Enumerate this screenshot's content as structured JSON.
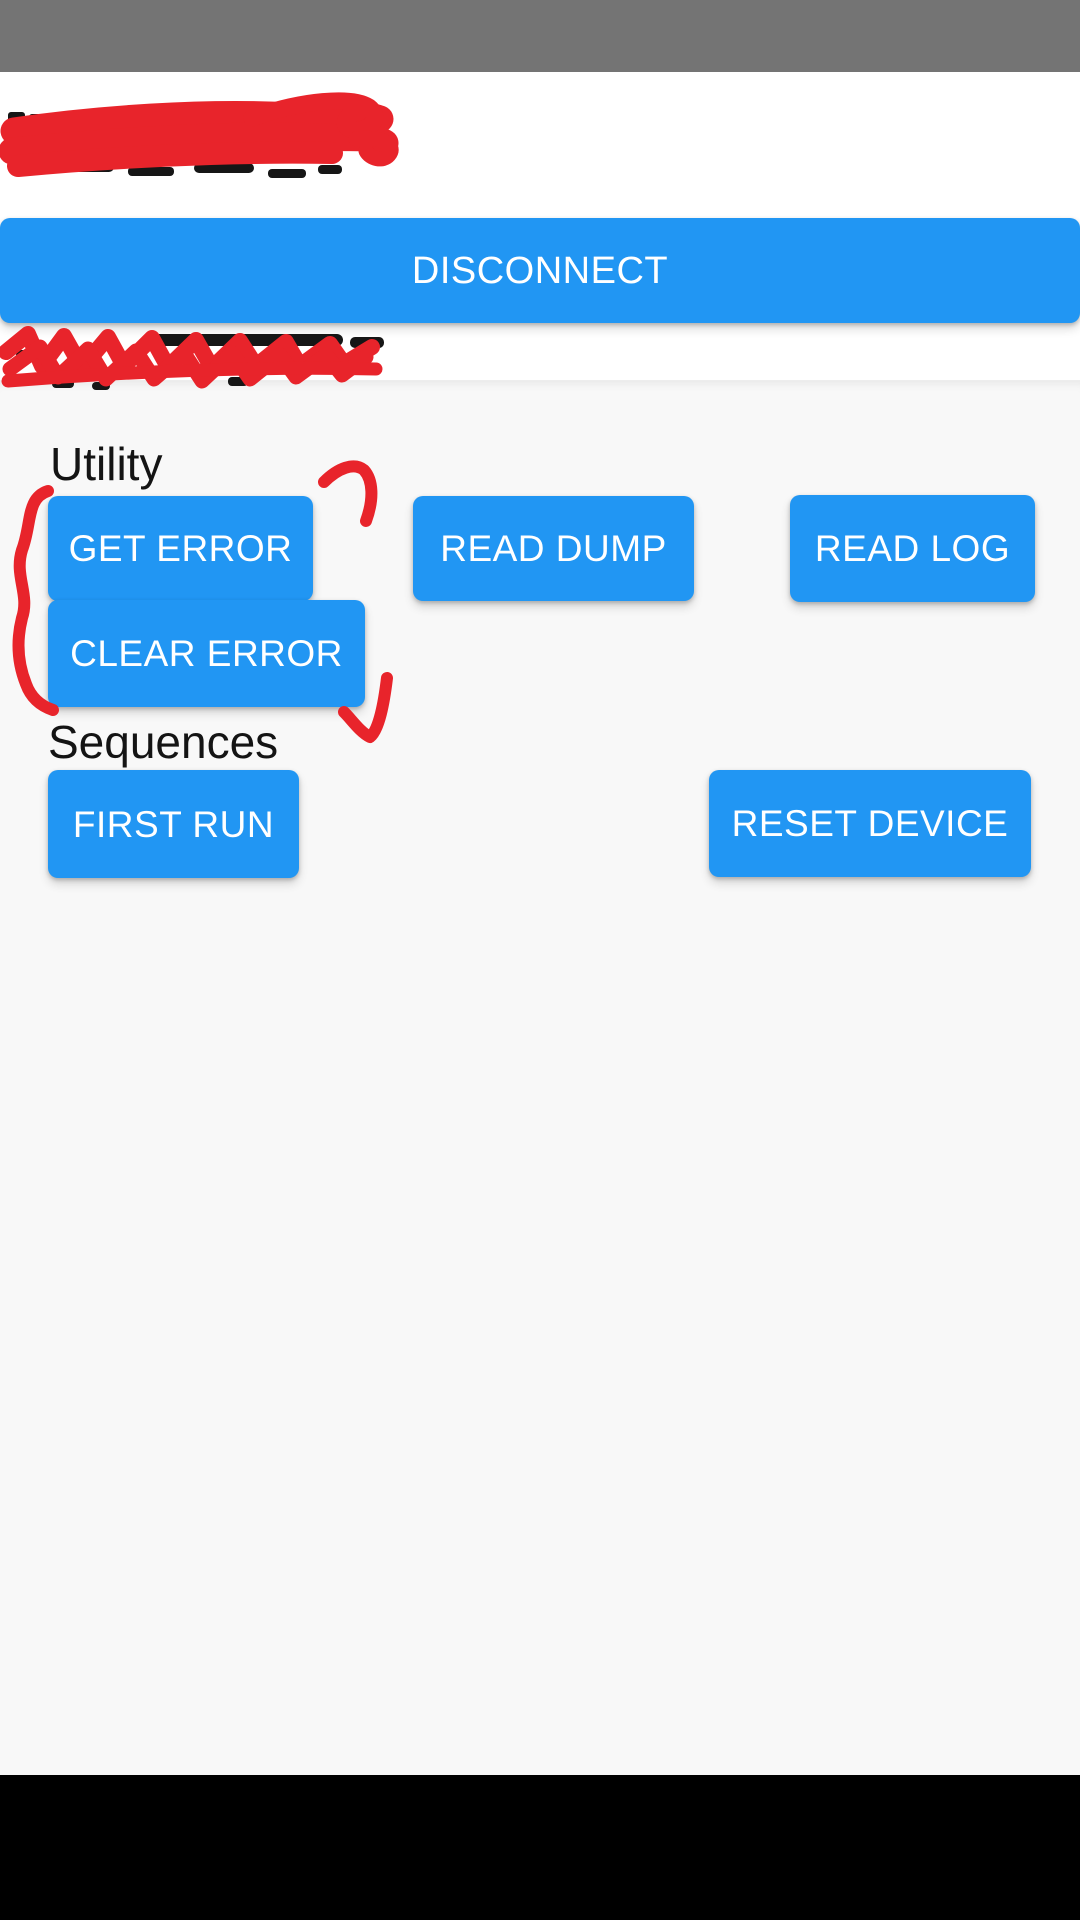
{
  "header": {
    "disconnect_button_label": "DISCONNECT"
  },
  "utility_section": {
    "title": "Utility",
    "buttons": {
      "get_error": "GET ERROR",
      "read_dump": "READ DUMP",
      "read_log": "READ LOG",
      "clear_error": "CLEAR ERROR"
    }
  },
  "sequences_section": {
    "title": "Sequences",
    "buttons": {
      "first_run": "FIRST RUN",
      "reset_device": "RESET DEVICE"
    }
  },
  "annotations": {
    "color": "#e8242b",
    "items": [
      "redaction-scribble-top",
      "redaction-scribble-below-disconnect",
      "hand-drawn-bracket-left-of-error-buttons",
      "check-mark-right-of-get-error",
      "check-mark-right-of-clear-error"
    ]
  },
  "colors": {
    "button_blue": "#2196f3",
    "button_text": "#ffffff",
    "annotation_red": "#e8242b",
    "statusbar_gray": "#747474",
    "page_background": "#ffffff",
    "content_background": "#f8f8f8",
    "footer_black": "#000000",
    "heading_text": "#141414"
  }
}
